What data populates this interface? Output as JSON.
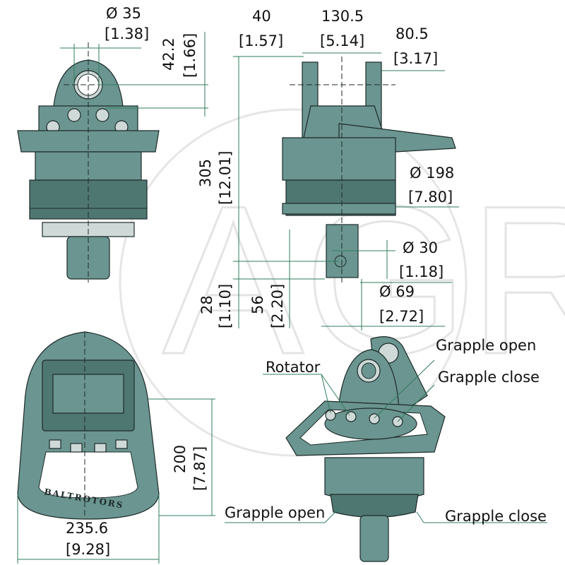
{
  "watermark": "AGR",
  "logo": "BALTROTORS",
  "front_view": {
    "pin_diameter": {
      "mm": "Ø 35",
      "in": "[1.38]"
    },
    "pin_height": {
      "mm": "42.2",
      "in": "[1.66]"
    }
  },
  "side_view": {
    "offset": {
      "mm": "40",
      "in": "[1.57]"
    },
    "bracket_width": {
      "mm": "130.5",
      "in": "[5.14]"
    },
    "bracket_offset": {
      "mm": "80.5",
      "in": "[3.17]"
    },
    "total_height": {
      "mm": "305",
      "in": "[12.01]"
    },
    "body_diameter": {
      "mm": "Ø 198",
      "in": "[7.80]"
    },
    "shaft_diameter": {
      "mm": "Ø 30",
      "in": "[1.18]"
    },
    "flange_diameter": {
      "mm": "Ø 69",
      "in": "[2.72]"
    },
    "hole_height": {
      "mm": "28",
      "in": "[1.10]"
    },
    "shaft_height": {
      "mm": "56",
      "in": "[2.20]"
    }
  },
  "bottom_view": {
    "height": {
      "mm": "200",
      "in": "[7.87]"
    },
    "width": {
      "mm": "235.6",
      "in": "[9.28]"
    }
  },
  "iso_view": {
    "labels": {
      "grapple_open_top": "Grapple open",
      "grapple_close_top": "Grapple close",
      "rotator": "Rotator",
      "grapple_open_bottom": "Grapple open",
      "grapple_close_bottom": "Grapple close"
    }
  }
}
